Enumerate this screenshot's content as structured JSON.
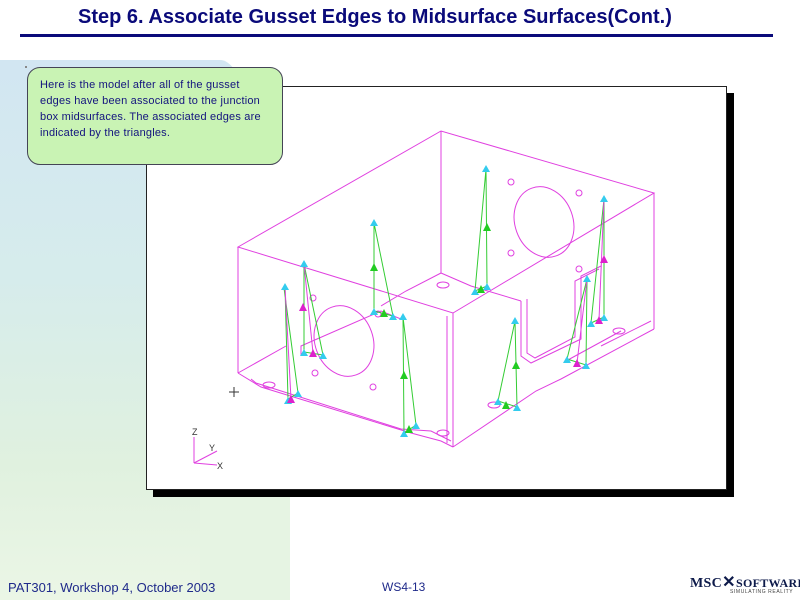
{
  "slide": {
    "title": "Step 6.  Associate Gusset Edges to Midsurface Surfaces(Cont.)",
    "callout": "Here is the model after all of the gusset edges have been associated to the junction box midsurfaces.  The associated edges are indicated by the triangles."
  },
  "figure": {
    "axes": {
      "z": "Z",
      "y": "Y",
      "x": "X"
    }
  },
  "footer": {
    "course": "PAT301, Workshop 4, October 2003",
    "page": "WS4-13"
  },
  "logo": {
    "text_left": "MSC",
    "text_right": "SOFTWARE",
    "tagline": "SIMULATING REALITY"
  },
  "colors": {
    "title": "#0a0a7a",
    "model_lines": "#e040e0",
    "gusset_lines": "#33cc33",
    "marker_cyan": "#33ccee",
    "marker_magenta": "#dd22cc",
    "marker_green": "#22cc22",
    "callout_bg": "#c9f3b4"
  }
}
